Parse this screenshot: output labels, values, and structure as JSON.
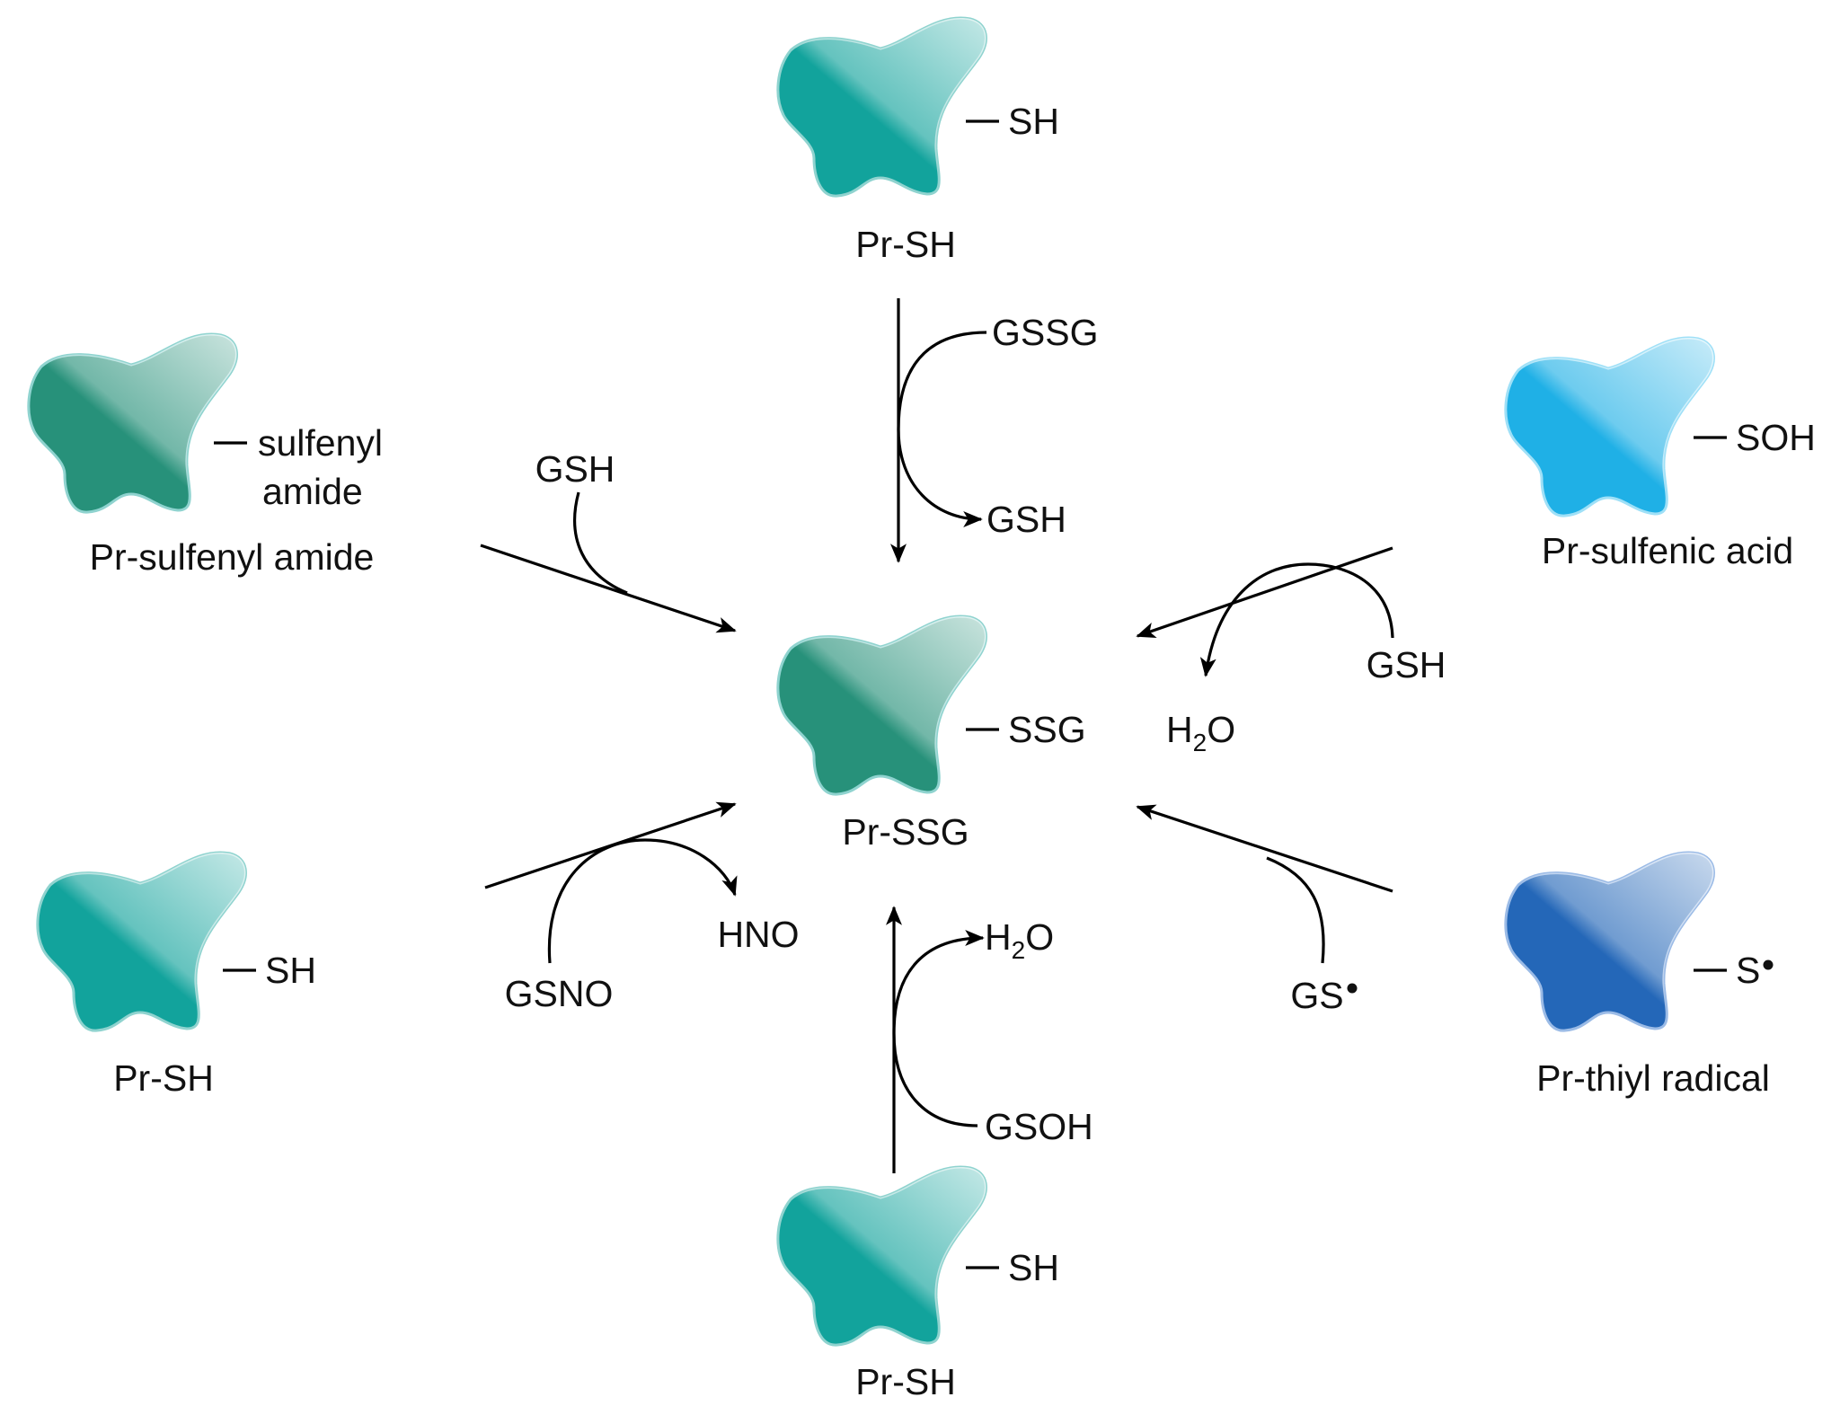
{
  "colors": {
    "thiol": "#12a39c",
    "glutathionylated": "#27917a",
    "sulfenyl_amide": "#27917a",
    "sulfenic_acid": "#1fb0e6",
    "thiyl_radical": "#2467b8",
    "arrow": "#000000"
  },
  "center": {
    "group": "SSG",
    "name": "Pr-SSG"
  },
  "proteins": {
    "top": {
      "group": "SH",
      "name": "Pr-SH"
    },
    "bottom": {
      "group": "SH",
      "name": "Pr-SH"
    },
    "left_upper": {
      "group_line1": "sulfenyl",
      "group_line2": "amide",
      "name": "Pr-sulfenyl amide"
    },
    "left_lower": {
      "group": "SH",
      "name": "Pr-SH"
    },
    "right_upper": {
      "group": "SOH",
      "name": "Pr-sulfenic acid"
    },
    "right_lower": {
      "group": "S",
      "name": "Pr-thiyl radical"
    }
  },
  "reactions": {
    "top": {
      "reactant": "GSSG",
      "product": "GSH"
    },
    "bottom": {
      "reactant": "GSOH",
      "product": "H",
      "product_sub": "2",
      "product_tail": "O"
    },
    "left_upper": {
      "reactant": "GSH"
    },
    "left_lower": {
      "reactant": "GSNO",
      "product": "HNO"
    },
    "right_upper": {
      "reactant": "GSH",
      "product": "H",
      "product_sub": "2",
      "product_tail": "O"
    },
    "right_lower": {
      "reactant": "GS"
    }
  }
}
